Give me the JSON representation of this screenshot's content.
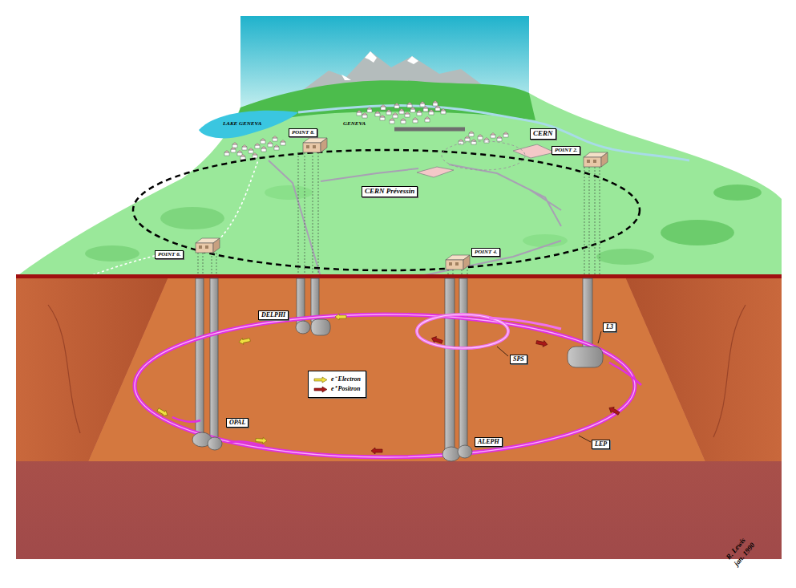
{
  "diagram": {
    "nodes": [
      {
        "text": [
          "POINT 8."
        ]
      },
      {
        "text": [
          "CERN"
        ]
      },
      {
        "text": [
          "POINT 2."
        ]
      },
      {
        "text": [
          "CERN Prévessin"
        ]
      },
      {
        "text": [
          "POINT 6."
        ]
      },
      {
        "text": [
          "POINT 4."
        ]
      },
      {
        "text": [
          "DELPHI"
        ]
      },
      {
        "text": [
          "L3"
        ]
      },
      {
        "text": [
          "SPS"
        ]
      },
      {
        "text": [
          "OPAL"
        ]
      },
      {
        "text": [
          "ALEPH"
        ]
      },
      {
        "text": [
          "LEP"
        ]
      }
    ],
    "labels": [
      "LAKE GENEVA",
      "GENEVA",
      "R. Lewis",
      "jan. 1990"
    ],
    "legend": [
      {
        "text": "e⁻ Electron"
      },
      {
        "text": "e⁺ Positron"
      }
    ]
  }
}
